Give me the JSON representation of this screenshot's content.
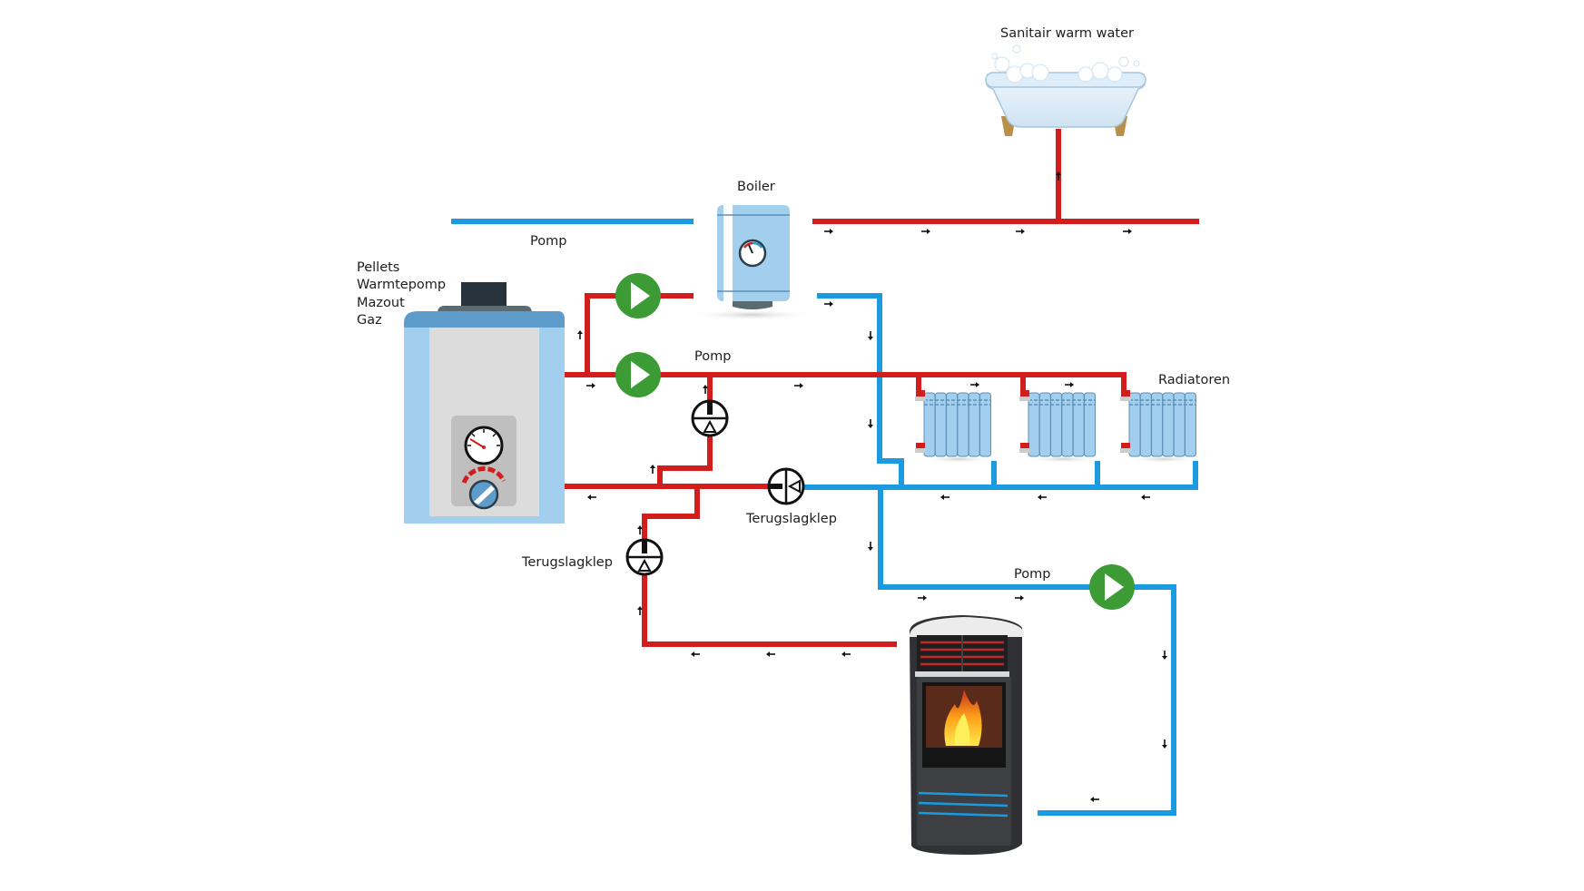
{
  "diagram": {
    "title": "",
    "colors": {
      "hot_pipe": "#d21d1d",
      "cold_pipe": "#1a9ae0",
      "pump": "#3c9b35",
      "appliance_blue": "#a3cfee",
      "appliance_dark_blue": "#5e9ccc",
      "stove_body": "#3a3c3f",
      "arrow": "#111111"
    },
    "labels": {
      "bath": "Sanitair warm water",
      "boiler": "Boiler",
      "pump_top": "Pomp",
      "pump_middle": "Pomp",
      "pump_bottom": "Pomp",
      "heat_sources": [
        "Pellets",
        "Warmtepomp",
        "Mazout",
        "Gaz"
      ],
      "radiators": "Radiatoren",
      "check_valve_right": "Terugslagklep",
      "check_valve_left": "Terugslagklep"
    },
    "nodes": [
      {
        "id": "bath",
        "name": "Sanitair warm water",
        "type": "bathtub"
      },
      {
        "id": "boiler",
        "name": "Boiler",
        "type": "water-heater"
      },
      {
        "id": "central-heater",
        "name": "Pellets / Warmtepomp / Mazout / Gaz",
        "type": "central-boiler"
      },
      {
        "id": "pump-1",
        "name": "Pomp",
        "type": "circulation-pump"
      },
      {
        "id": "pump-2",
        "name": "Pomp",
        "type": "circulation-pump"
      },
      {
        "id": "pump-3",
        "name": "Pomp",
        "type": "circulation-pump"
      },
      {
        "id": "check-valve-1",
        "name": "Terugslagklep",
        "type": "check-valve"
      },
      {
        "id": "check-valve-2",
        "name": "Terugslagklep",
        "type": "check-valve"
      },
      {
        "id": "check-valve-3",
        "name": "",
        "type": "check-valve"
      },
      {
        "id": "radiator-1",
        "name": "Radiatoren",
        "type": "radiator"
      },
      {
        "id": "radiator-2",
        "name": "Radiatoren",
        "type": "radiator"
      },
      {
        "id": "radiator-3",
        "name": "Radiatoren",
        "type": "radiator"
      },
      {
        "id": "pellet-stove",
        "name": "",
        "type": "pellet-stove"
      }
    ],
    "edges": [
      {
        "from": "central-heater",
        "to": "pump-1",
        "medium": "hot"
      },
      {
        "from": "pump-1",
        "to": "boiler",
        "medium": "hot"
      },
      {
        "from": "boiler",
        "to": "bath",
        "medium": "hot"
      },
      {
        "from": "central-heater",
        "to": "pump-2",
        "medium": "hot"
      },
      {
        "from": "pump-2",
        "to": "radiator-1",
        "medium": "hot"
      },
      {
        "from": "pump-2",
        "to": "radiator-2",
        "medium": "hot"
      },
      {
        "from": "pump-2",
        "to": "radiator-3",
        "medium": "hot"
      },
      {
        "from": "radiator-3",
        "to": "check-valve-1",
        "medium": "cold"
      },
      {
        "from": "boiler",
        "to": "check-valve-1",
        "medium": "cold"
      },
      {
        "from": "check-valve-1",
        "to": "central-heater",
        "medium": "hot"
      },
      {
        "from": "check-valve-1",
        "to": "pump-3",
        "medium": "cold"
      },
      {
        "from": "pump-3",
        "to": "pellet-stove",
        "medium": "cold"
      },
      {
        "from": "pellet-stove",
        "to": "check-valve-2",
        "medium": "hot"
      },
      {
        "from": "check-valve-2",
        "to": "central-heater",
        "medium": "hot"
      },
      {
        "from": "check-valve-3",
        "to": "pump-2",
        "medium": "hot"
      }
    ]
  }
}
